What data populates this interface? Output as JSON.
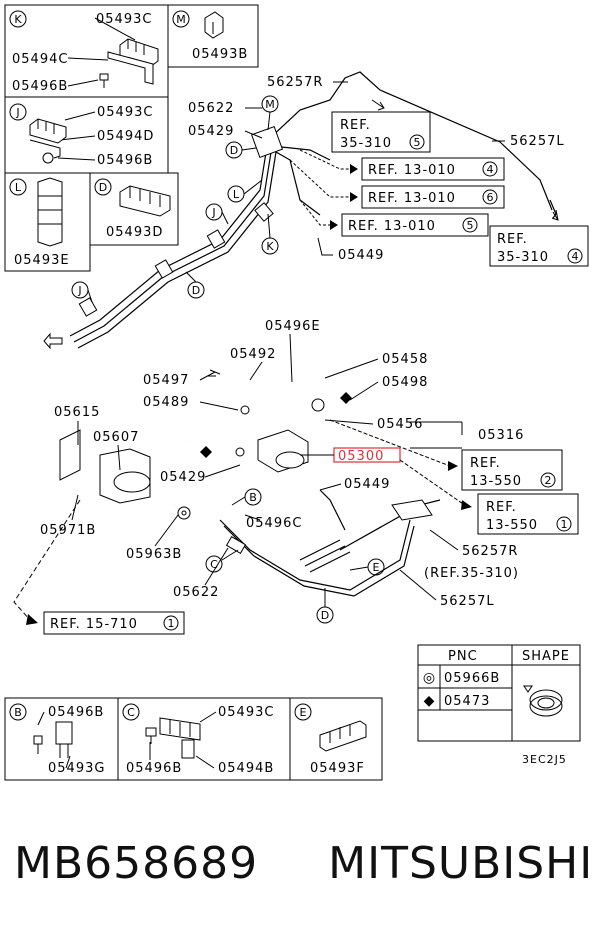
{
  "insets_top": {
    "K": {
      "letter": "K",
      "labels": [
        "05493C",
        "05494C",
        "05496B"
      ]
    },
    "M": {
      "letter": "M",
      "labels": [
        "05493B"
      ]
    },
    "J": {
      "letter": "J",
      "labels": [
        "05493C",
        "05494D",
        "05496B"
      ]
    },
    "L": {
      "letter": "L",
      "labels": [
        "05493E"
      ]
    },
    "D": {
      "letter": "D",
      "labels": [
        "05493D"
      ]
    }
  },
  "upper_diagram": {
    "labels": [
      "56257R",
      "05622",
      "05429",
      "56257L",
      "05449"
    ],
    "refs": [
      {
        "line1": "REF.",
        "line2": "35-310",
        "circ": "5"
      },
      {
        "line1": "REF. 13-010",
        "circ": "4"
      },
      {
        "line1": "REF. 13-010",
        "circ": "6"
      },
      {
        "line1": "REF. 13-010",
        "circ": "5"
      },
      {
        "line1": "REF.",
        "line2": "35-310",
        "circ": "4"
      }
    ],
    "callouts": [
      "M",
      "D",
      "L",
      "J",
      "K",
      "J",
      "D"
    ]
  },
  "lower_diagram": {
    "labels": [
      "05496E",
      "05492",
      "05458",
      "05497",
      "05498",
      "05489",
      "05615",
      "05456",
      "05316",
      "05607",
      "05300",
      "05429",
      "05449",
      "05971B",
      "05496C",
      "05963B",
      "56257R",
      "05622",
      "56257L"
    ],
    "refs": [
      {
        "line1": "REF.",
        "line2": "13-550",
        "circ": "2"
      },
      {
        "line1": "REF.",
        "line2": "13-550",
        "circ": "1"
      },
      {
        "line1": "(REF.35-310)",
        "circ": ""
      },
      {
        "line1": "REF. 15-710",
        "circ": "1"
      }
    ],
    "callouts": [
      "B",
      "C",
      "E",
      "D"
    ]
  },
  "pnc_table": {
    "headers": [
      "PNC",
      "SHAPE"
    ],
    "rows": [
      {
        "symbol": "◎",
        "pnc": "05966B"
      },
      {
        "symbol": "◆",
        "pnc": "05473"
      }
    ]
  },
  "insets_bottom": {
    "B": {
      "letter": "B",
      "labels": [
        "05496B",
        "05493G"
      ]
    },
    "C": {
      "letter": "C",
      "labels": [
        "05493C",
        "05496B",
        "05494B"
      ]
    },
    "E": {
      "letter": "E",
      "labels": [
        "05493F"
      ]
    }
  },
  "diagram_code": "3EC2J5",
  "footer": {
    "part_number": "MB658689",
    "brand": "MITSUBISHI"
  },
  "highlight_color": "#e0303a"
}
